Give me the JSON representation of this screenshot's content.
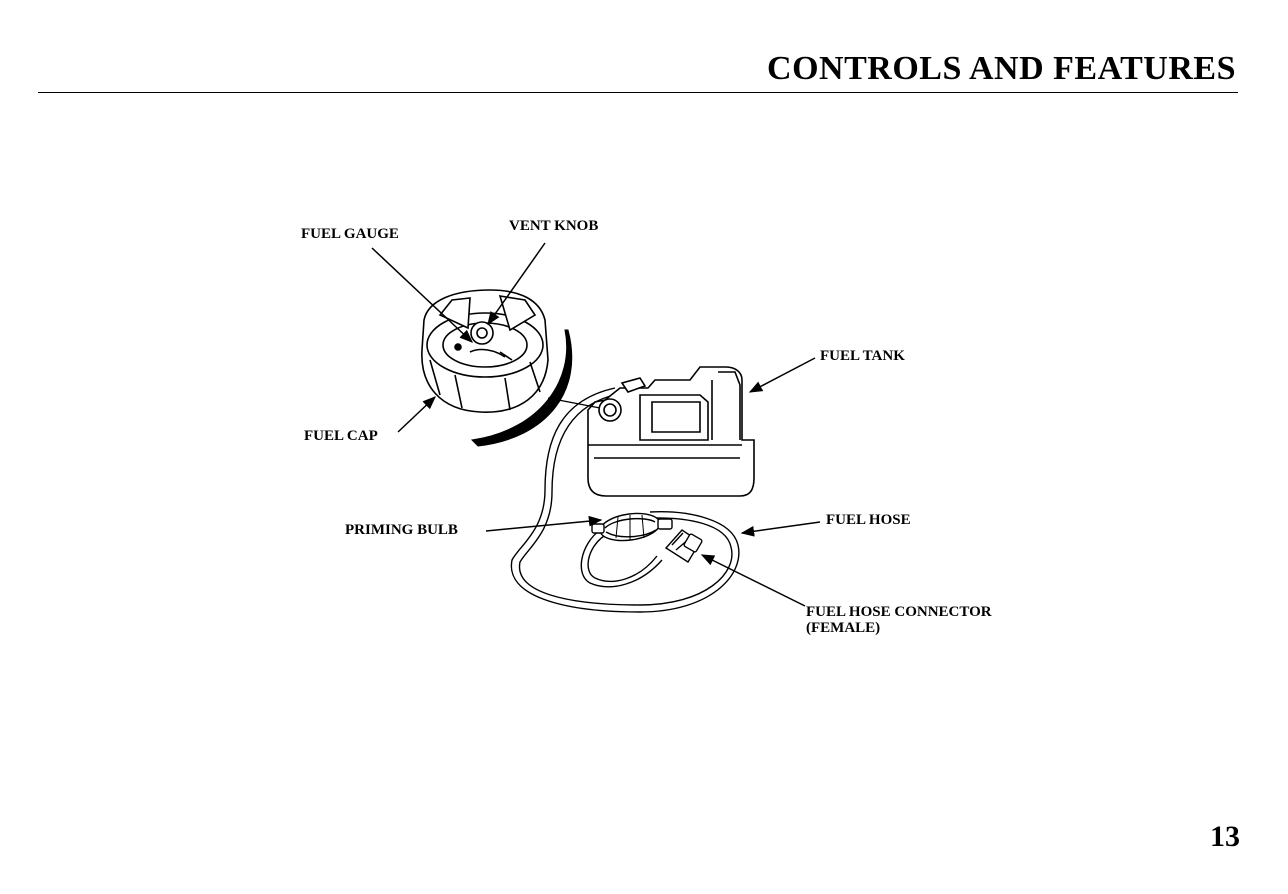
{
  "header": {
    "title": "CONTROLS AND FEATURES"
  },
  "labels": {
    "fuel_gauge": "FUEL GAUGE",
    "vent_knob": "VENT KNOB",
    "fuel_tank": "FUEL TANK",
    "fuel_cap": "FUEL CAP",
    "priming_bulb": "PRIMING BULB",
    "fuel_hose": "FUEL HOSE",
    "fuel_hose_connector_line1": "FUEL HOSE CONNECTOR",
    "fuel_hose_connector_line2": "(FEMALE)"
  },
  "page_number": "13"
}
